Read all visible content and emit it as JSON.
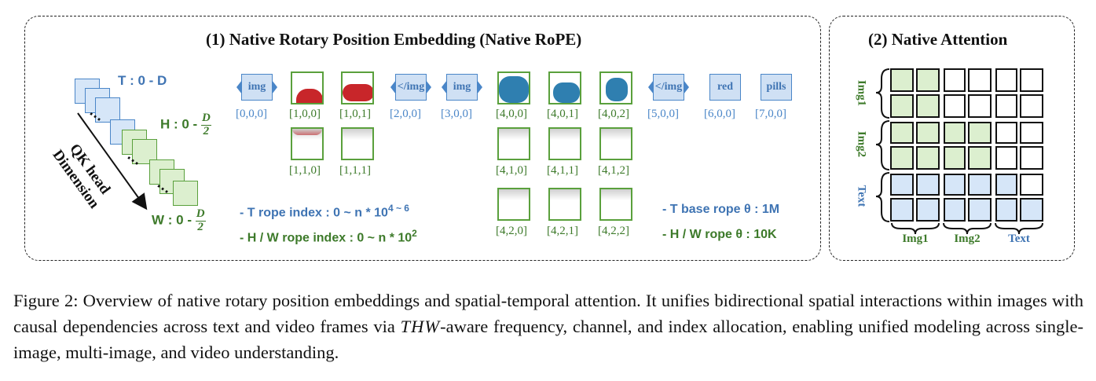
{
  "panel1": {
    "title": "(1) Native Rotary Position Embedding (Native RoPE)"
  },
  "panel2": {
    "title": "(2) Native Attention"
  },
  "dims": {
    "t_label": "T : 0 - D",
    "h_prefix": "H : 0 -",
    "w_prefix": "W : 0 -",
    "frac_num": "D",
    "frac_den": "2",
    "axis_line1": "QK head",
    "axis_line2": "Dimension",
    "ellipsis": "⋯"
  },
  "tokens_row0": [
    {
      "label": "img",
      "index": "[0,0,0]"
    },
    {
      "label": "</img",
      "index": "[2,0,0]"
    },
    {
      "label": "img",
      "index": "[3,0,0]"
    },
    {
      "label": "</img",
      "index": "[5,0,0]"
    },
    {
      "label": "red",
      "index": "[6,0,0]"
    },
    {
      "label": "pills",
      "index": "[7,0,0]"
    }
  ],
  "frames": {
    "image1_row0": [
      "[1,0,0]",
      "[1,0,1]"
    ],
    "image1_row1": [
      "[1,1,0]",
      "[1,1,1]"
    ],
    "image2_row0": [
      "[4,0,0]",
      "[4,0,1]",
      "[4,0,2]"
    ],
    "image2_row1": [
      "[4,1,0]",
      "[4,1,1]",
      "[4,1,2]"
    ],
    "image2_row2": [
      "[4,2,0]",
      "[4,2,1]",
      "[4,2,2]"
    ]
  },
  "notes": {
    "t_index": "- T rope index : 0 ~ n * 10",
    "t_index_sup": "4 ~ 6",
    "hw_index": "- H / W rope index : 0 ~ n * 10",
    "hw_index_sup": "2",
    "t_base": "- T base rope θ : 1M",
    "hw_base": "- H / W rope θ : 10K"
  },
  "attention": {
    "row_labels": [
      "Img1",
      "Img2",
      "Text"
    ],
    "col_labels": [
      "Img1",
      "Img2",
      "Text"
    ],
    "matrix": [
      [
        "green",
        "green",
        "white",
        "white",
        "white",
        "white"
      ],
      [
        "green",
        "green",
        "white",
        "white",
        "white",
        "white"
      ],
      [
        "green",
        "green",
        "green",
        "green",
        "white",
        "white"
      ],
      [
        "green",
        "green",
        "green",
        "green",
        "white",
        "white"
      ],
      [
        "blue",
        "blue",
        "blue",
        "blue",
        "blue",
        "white"
      ],
      [
        "blue",
        "blue",
        "blue",
        "blue",
        "blue",
        "blue"
      ]
    ]
  },
  "colors": {
    "blue_text": "#3f74b3",
    "green_text": "#3d7a2a",
    "blue_fill": "#d6e6f8",
    "green_fill": "#dcefcf",
    "pill_red": "#c8262a",
    "pill_blue": "#2f7fb0"
  },
  "caption": {
    "part1": "Figure 2: Overview of native rotary position embeddings and spatial-temporal attention. It unifies bidirectional spatial interactions within images with causal dependencies across text and video frames via ",
    "math": "THW",
    "part2": "-aware frequency, channel, and index allocation, enabling unified modeling across single-image, multi-image, and video understanding."
  }
}
